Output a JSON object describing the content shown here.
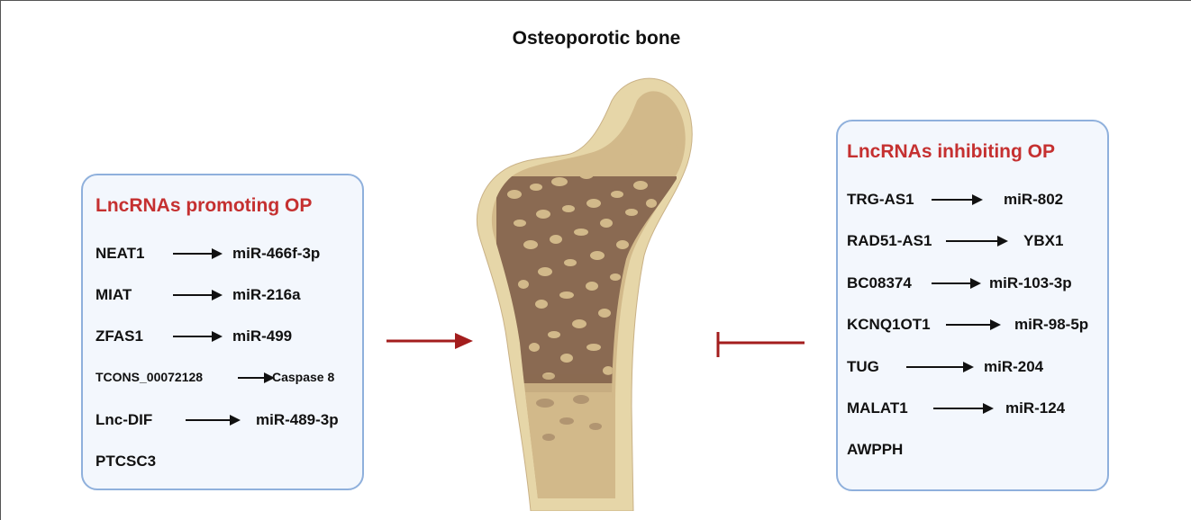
{
  "title": "Osteoporotic bone",
  "promoting": {
    "heading": "LncRNAs promoting OP",
    "rows": [
      {
        "source": "NEAT1",
        "target": "miR-466f-3p"
      },
      {
        "source": "MIAT",
        "target": "miR-216a"
      },
      {
        "source": "ZFAS1",
        "target": "miR-499"
      },
      {
        "source": "TCONS_00072128",
        "target": "Caspase 8"
      },
      {
        "source": "Lnc-DIF",
        "target": "miR-489-3p"
      },
      {
        "source": "PTCSC3",
        "target": ""
      }
    ]
  },
  "inhibiting": {
    "heading": "LncRNAs inhibiting OP",
    "rows": [
      {
        "source": "TRG-AS1",
        "target": "miR-802"
      },
      {
        "source": "RAD51-AS1",
        "target": "YBX1"
      },
      {
        "source": "BC08374",
        "target": "miR-103-3p"
      },
      {
        "source": "KCNQ1OT1",
        "target": "miR-98-5p"
      },
      {
        "source": "TUG",
        "target": "miR-204"
      },
      {
        "source": "MALAT1",
        "target": "miR-124"
      },
      {
        "source": "AWPPH",
        "target": ""
      }
    ]
  },
  "colors": {
    "heading_red": "#c53030",
    "panel_border": "#8fb0dc",
    "panel_fill": "#f3f7fd",
    "connector_red": "#a31d1d",
    "bone_outer": "#e6d6a8",
    "bone_cortex": "#d2b98a",
    "bone_trabecula": "#8a6a52"
  },
  "icons": {
    "bone": "femur-osteoporotic-icon",
    "promote": "activation-arrow-icon",
    "inhibit": "inhibition-bar-icon"
  }
}
